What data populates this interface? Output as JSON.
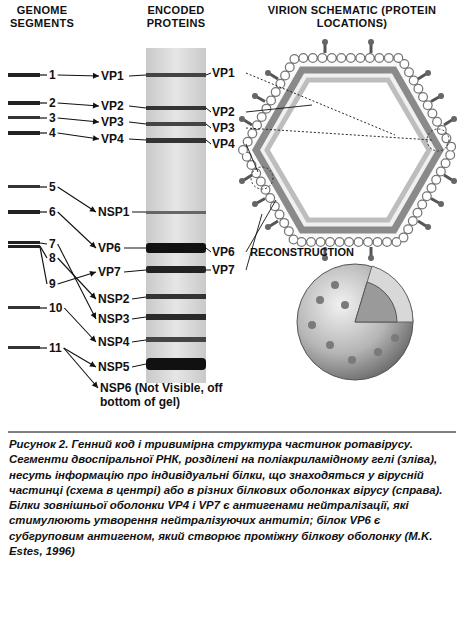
{
  "diagram": {
    "caption": "Рисунок 2. Генний код і тривимірна структура частинок ротавірусу. Сегменти двоспіральної РНК, розділені на поліакриламідному гелі (зліва), несуть інформацію про індивідуальні білки, що знаходяться у вірусній частинці (схема в центрі) або в різних білкових оболонках вірусу (справа). Білки зовнішньої оболонки VP4 і VP7 є антигенами нейтралізації, які стимулюють утворення нейтралізуючих антитіл; білок VP6 є субгруповим антигеном, який створює проміжну білкову оболонку (M.K. Estes, 1996)",
    "nodes": [
      {
        "text": [
          "1"
        ]
      },
      {
        "text": [
          "2"
        ]
      },
      {
        "text": [
          "3"
        ]
      },
      {
        "text": [
          "4"
        ]
      },
      {
        "text": [
          "5"
        ]
      },
      {
        "text": [
          "6"
        ]
      },
      {
        "text": [
          "7"
        ]
      },
      {
        "text": [
          "8"
        ]
      },
      {
        "text": [
          "9"
        ]
      },
      {
        "text": [
          "10"
        ]
      },
      {
        "text": [
          "11"
        ]
      },
      {
        "text": [
          "VP1"
        ]
      },
      {
        "text": [
          "VP2"
        ]
      },
      {
        "text": [
          "VP3"
        ]
      },
      {
        "text": [
          "VP4"
        ]
      },
      {
        "text": [
          "NSP1"
        ]
      },
      {
        "text": [
          "VP6"
        ]
      },
      {
        "text": [
          "VP7"
        ]
      },
      {
        "text": [
          "NSP2"
        ]
      },
      {
        "text": [
          "NSP3"
        ]
      },
      {
        "text": [
          "NSP4"
        ]
      },
      {
        "text": [
          "NSP5"
        ]
      },
      {
        "text": [
          "NSP6 (Not Visible, off bottom of gel)"
        ]
      }
    ],
    "edges": [
      {
        "from": 0,
        "to": 11,
        "arrow": "to"
      },
      {
        "from": 1,
        "to": 12,
        "arrow": "to"
      },
      {
        "from": 2,
        "to": 13,
        "arrow": "to"
      },
      {
        "from": 3,
        "to": 14,
        "arrow": "to"
      },
      {
        "from": 4,
        "to": 15,
        "arrow": "to"
      },
      {
        "from": 5,
        "to": 16,
        "arrow": "to"
      },
      {
        "from": 6,
        "to": 19,
        "arrow": "to"
      },
      {
        "from": 7,
        "to": 18,
        "arrow": "to"
      },
      {
        "from": 8,
        "to": 17,
        "arrow": "to"
      },
      {
        "from": 9,
        "to": 20,
        "arrow": "to"
      },
      {
        "from": 10,
        "to": 21,
        "arrow": "to"
      },
      {
        "from": 10,
        "to": 22,
        "arrow": "to"
      }
    ],
    "labels": [
      "GENOME SEGMENTS",
      "ENCODED PROTEINS",
      "VIRION SCHEMATIC (PROTEIN LOCATIONS)",
      "VP1",
      "VP2",
      "VP3",
      "VP4",
      "VP6",
      "VP7",
      "RECONSTRUCTION"
    ]
  }
}
